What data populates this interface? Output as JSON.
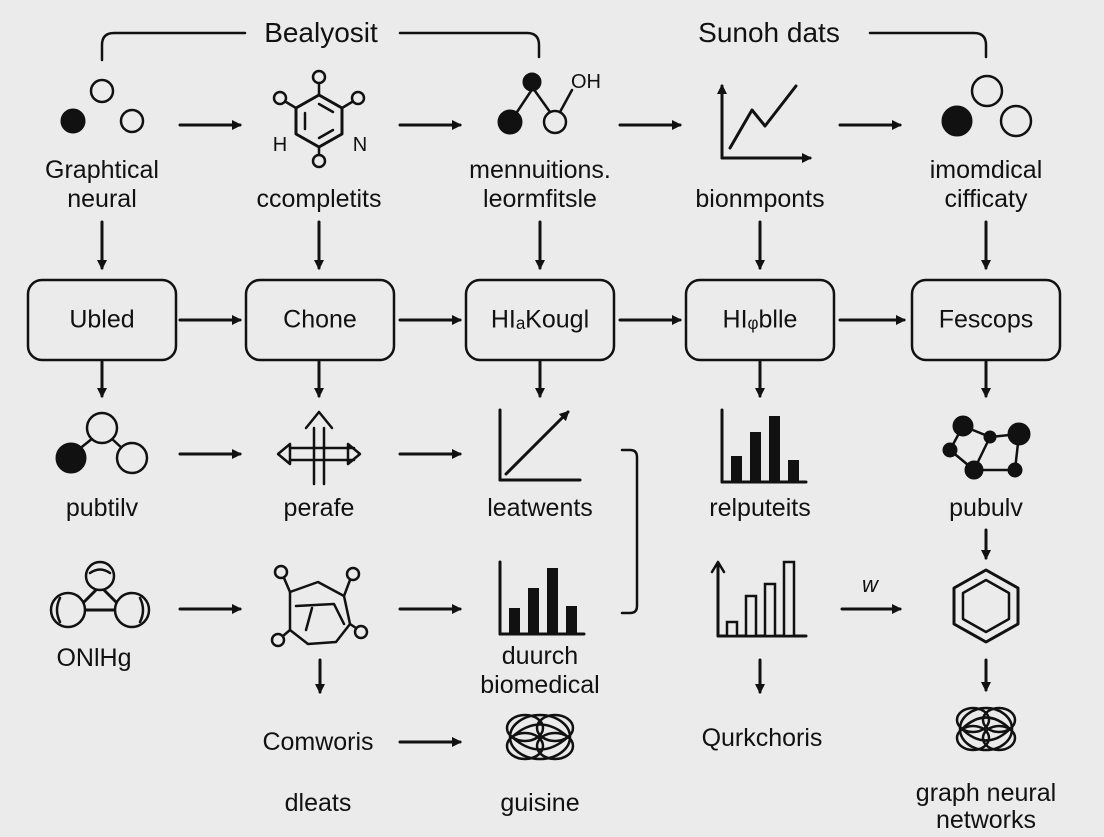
{
  "headers": {
    "left": "Bealyosit",
    "right": "Sunoh dats"
  },
  "row1": {
    "c1": [
      "Graphtical",
      "neural"
    ],
    "c2": "ccompletits",
    "c2_atom_h": "H",
    "c2_atom_n": "N",
    "c3": [
      "mennuitions.",
      "leormfitsle"
    ],
    "c3_atom": "OH",
    "c4": "bionmponts",
    "c5": [
      "imomdical",
      "cifficaty"
    ]
  },
  "boxes": [
    "Ubled",
    "Chone",
    "HIₐKougl",
    "HIᵩblle",
    "Fescops"
  ],
  "row3": {
    "c1": "pubtilv",
    "c2": "perafe",
    "c3": "leatwents",
    "c4": "relputeits",
    "c5": "pubulv"
  },
  "row4": {
    "c1": "ONlHg",
    "c3": [
      "duurch",
      "biomedical"
    ],
    "c4_arrow_label": "w"
  },
  "row5": {
    "c2a": "Comworis",
    "c2b": "dleats",
    "c3": "guisine",
    "c4": "Qurkchoris",
    "c5": [
      "graph neural",
      "networks"
    ]
  },
  "icons": {
    "molecule": "molecule-icon",
    "benzene": "benzene-ring-icon",
    "line_chart": "line-chart-icon",
    "bar_chart": "bar-chart-icon",
    "network": "network-graph-icon",
    "hexagon": "hexagon-icon",
    "knot": "neural-knot-icon",
    "crossroad": "crossroad-arrows-icon",
    "bracket": "bracket-icon"
  }
}
